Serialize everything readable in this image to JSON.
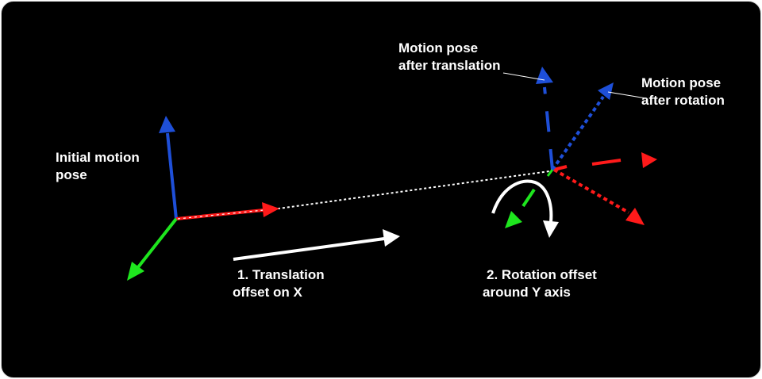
{
  "labels": {
    "initial_pose": [
      "Initial motion",
      "pose"
    ],
    "after_translation": [
      "Motion pose",
      "after translation"
    ],
    "after_rotation": [
      "Motion pose",
      "after rotation"
    ],
    "translation_step": [
      "1.  Translation",
      "offset on X"
    ],
    "rotation_step": [
      "2.  Rotation offset",
      "around Y axis"
    ]
  },
  "colors": {
    "x_axis": "#ff1a1a",
    "y_axis": "#1e4fd8",
    "z_axis": "#1ee61e",
    "path": "#ffffff",
    "background": "#000000"
  }
}
